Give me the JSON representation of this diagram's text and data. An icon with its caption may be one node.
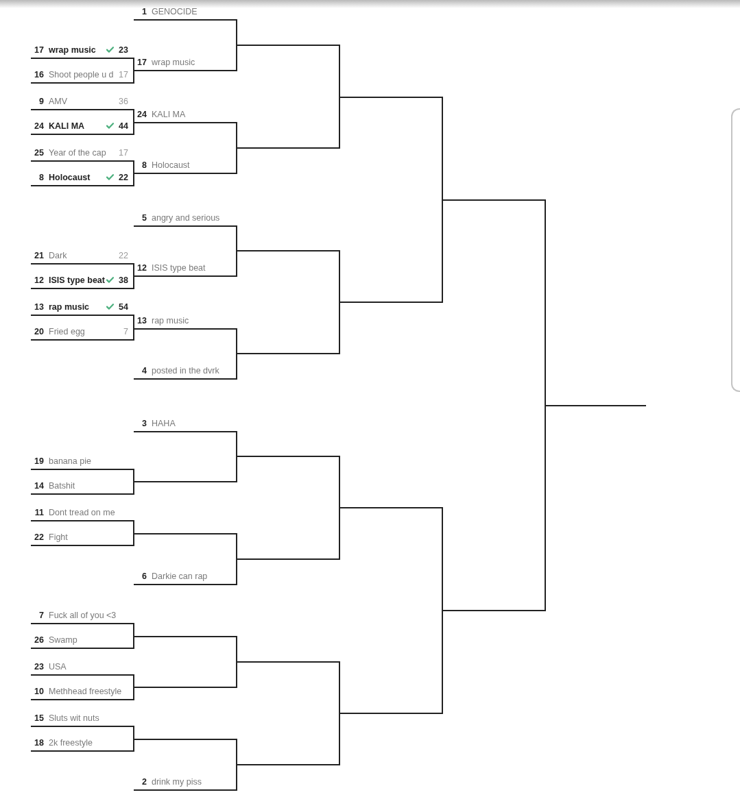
{
  "diagram": {
    "nodes": [
      {
        "text": [
          "17",
          "wrap music",
          "23"
        ]
      },
      {
        "text": [
          "16",
          "Shoot people u d",
          "17"
        ]
      },
      {
        "text": [
          "9",
          "AMV",
          "36"
        ]
      },
      {
        "text": [
          "24",
          "KALI MA",
          "44"
        ]
      },
      {
        "text": [
          "25",
          "Year of the cap",
          "17"
        ]
      },
      {
        "text": [
          "8",
          "Holocaust",
          "22"
        ]
      },
      {
        "text": [
          "21",
          "Dark",
          "22"
        ]
      },
      {
        "text": [
          "12",
          "ISIS type beat",
          "38"
        ]
      },
      {
        "text": [
          "13",
          "rap music",
          "54"
        ]
      },
      {
        "text": [
          "20",
          "Fried egg",
          "7"
        ]
      },
      {
        "text": [
          "19",
          "banana pie"
        ]
      },
      {
        "text": [
          "14",
          "Batshit"
        ]
      },
      {
        "text": [
          "11",
          "Dont tread on me"
        ]
      },
      {
        "text": [
          "22",
          "Fight"
        ]
      },
      {
        "text": [
          "7",
          "Fuck all of you <3"
        ]
      },
      {
        "text": [
          "26",
          "Swamp"
        ]
      },
      {
        "text": [
          "23",
          "USA"
        ]
      },
      {
        "text": [
          "10",
          "Methhead freestyle"
        ]
      },
      {
        "text": [
          "15",
          "Sluts wit nuts"
        ]
      },
      {
        "text": [
          "18",
          "2k freestyle"
        ]
      },
      {
        "text": [
          "1",
          "GENOCIDE"
        ]
      },
      {
        "text": [
          "17",
          "wrap music"
        ]
      },
      {
        "text": [
          "24",
          "KALI MA"
        ]
      },
      {
        "text": [
          "8",
          "Holocaust"
        ]
      },
      {
        "text": [
          "5",
          "angry and serious"
        ]
      },
      {
        "text": [
          "12",
          "ISIS type beat"
        ]
      },
      {
        "text": [
          "13",
          "rap music"
        ]
      },
      {
        "text": [
          "4",
          "posted in the dvrk"
        ]
      },
      {
        "text": [
          "3",
          "HAHA"
        ]
      },
      {
        "text": [],
        "shape": "bar"
      },
      {
        "text": [],
        "shape": "bar"
      },
      {
        "text": [
          "6",
          "Darkie can rap"
        ]
      },
      {
        "text": [],
        "shape": "bar"
      },
      {
        "text": [],
        "shape": "bar"
      },
      {
        "text": [],
        "shape": "bar"
      },
      {
        "text": [
          "2",
          "drink my piss"
        ]
      },
      {
        "text": [],
        "shape": "bar"
      },
      {
        "text": [],
        "shape": "bar"
      },
      {
        "text": [],
        "shape": "bar"
      },
      {
        "text": [],
        "shape": "bar"
      },
      {
        "text": [],
        "shape": "bar"
      },
      {
        "text": [],
        "shape": "bar"
      },
      {
        "text": [],
        "shape": "bar"
      },
      {
        "text": [],
        "shape": "bar"
      },
      {
        "text": [],
        "shape": "bar"
      },
      {
        "text": [],
        "shape": "bar"
      },
      {
        "text": [],
        "shape": "bar"
      },
      {
        "text": [],
        "shape": "bar"
      },
      {
        "text": [],
        "shape": "bar"
      },
      {
        "text": [],
        "shape": "bar"
      },
      {
        "text": [],
        "shape": "bar"
      }
    ],
    "edges": [
      {
        "from": 0,
        "to": 21,
        "arrow": "none"
      },
      {
        "from": 1,
        "to": 21,
        "arrow": "none"
      },
      {
        "from": 2,
        "to": 22,
        "arrow": "none"
      },
      {
        "from": 3,
        "to": 22,
        "arrow": "none"
      },
      {
        "from": 4,
        "to": 23,
        "arrow": "none"
      },
      {
        "from": 5,
        "to": 23,
        "arrow": "none"
      },
      {
        "from": 6,
        "to": 25,
        "arrow": "none"
      },
      {
        "from": 7,
        "to": 25,
        "arrow": "none"
      },
      {
        "from": 8,
        "to": 26,
        "arrow": "none"
      },
      {
        "from": 9,
        "to": 26,
        "arrow": "none"
      },
      {
        "from": 10,
        "to": 29,
        "arrow": "none"
      },
      {
        "from": 11,
        "to": 29,
        "arrow": "none"
      },
      {
        "from": 12,
        "to": 30,
        "arrow": "none"
      },
      {
        "from": 13,
        "to": 30,
        "arrow": "none"
      },
      {
        "from": 14,
        "to": 32,
        "arrow": "none"
      },
      {
        "from": 15,
        "to": 32,
        "arrow": "none"
      },
      {
        "from": 16,
        "to": 33,
        "arrow": "none"
      },
      {
        "from": 17,
        "to": 33,
        "arrow": "none"
      },
      {
        "from": 18,
        "to": 34,
        "arrow": "none"
      },
      {
        "from": 19,
        "to": 34,
        "arrow": "none"
      },
      {
        "from": 20,
        "to": 36,
        "arrow": "none"
      },
      {
        "from": 21,
        "to": 36,
        "arrow": "none"
      },
      {
        "from": 22,
        "to": 37,
        "arrow": "none"
      },
      {
        "from": 23,
        "to": 37,
        "arrow": "none"
      },
      {
        "from": 24,
        "to": 38,
        "arrow": "none"
      },
      {
        "from": 25,
        "to": 38,
        "arrow": "none"
      },
      {
        "from": 26,
        "to": 39,
        "arrow": "none"
      },
      {
        "from": 27,
        "to": 39,
        "arrow": "none"
      },
      {
        "from": 28,
        "to": 40,
        "arrow": "none"
      },
      {
        "from": 29,
        "to": 40,
        "arrow": "none"
      },
      {
        "from": 30,
        "to": 41,
        "arrow": "none"
      },
      {
        "from": 31,
        "to": 41,
        "arrow": "none"
      },
      {
        "from": 32,
        "to": 42,
        "arrow": "none"
      },
      {
        "from": 33,
        "to": 42,
        "arrow": "none"
      },
      {
        "from": 34,
        "to": 43,
        "arrow": "none"
      },
      {
        "from": 35,
        "to": 43,
        "arrow": "none"
      },
      {
        "from": 36,
        "to": 44,
        "arrow": "none"
      },
      {
        "from": 37,
        "to": 44,
        "arrow": "none"
      },
      {
        "from": 38,
        "to": 45,
        "arrow": "none"
      },
      {
        "from": 39,
        "to": 45,
        "arrow": "none"
      },
      {
        "from": 40,
        "to": 46,
        "arrow": "none"
      },
      {
        "from": 41,
        "to": 46,
        "arrow": "none"
      },
      {
        "from": 42,
        "to": 47,
        "arrow": "none"
      },
      {
        "from": 43,
        "to": 47,
        "arrow": "none"
      },
      {
        "from": 44,
        "to": 48,
        "arrow": "none"
      },
      {
        "from": 45,
        "to": 48,
        "arrow": "none"
      },
      {
        "from": 46,
        "to": 49,
        "arrow": "none"
      },
      {
        "from": 47,
        "to": 49,
        "arrow": "none"
      },
      {
        "from": 48,
        "to": 50,
        "arrow": "none"
      },
      {
        "from": 49,
        "to": 50,
        "arrow": "none"
      }
    ]
  }
}
